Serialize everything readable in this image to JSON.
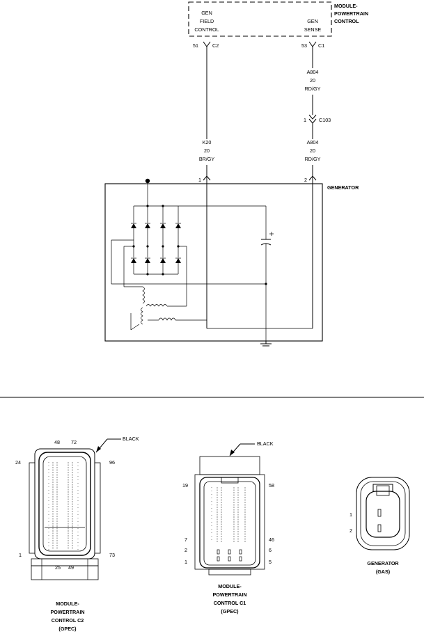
{
  "module_block": {
    "title": [
      "MODULE-",
      "POWERTRAIN",
      "CONTROL"
    ],
    "left_function": [
      "GEN",
      "FIELD",
      "CONTROL"
    ],
    "right_function": [
      "GEN",
      "SENSE"
    ]
  },
  "pins": {
    "left_pin": "51",
    "left_connector": "C2",
    "right_pin": "53",
    "right_connector": "C1"
  },
  "wires": {
    "right_upper": [
      "A804",
      "20",
      "RD/GY"
    ],
    "inline_pin": "1",
    "inline_connector": "C103",
    "right_lower": [
      "A804",
      "20",
      "RD/GY"
    ],
    "left": [
      "K20",
      "20",
      "BR/GY"
    ]
  },
  "generator": {
    "label": "GENERATOR",
    "pin1": "1",
    "pin2": "2"
  },
  "connector_c2": {
    "color_label": "BLACK",
    "pins_top": [
      "48",
      "72"
    ],
    "pin_left_top": "24",
    "pin_right_top": "96",
    "pin_left_bottom": "1",
    "pin_right_bottom": "73",
    "pins_bottom": [
      "25",
      "49"
    ],
    "caption": [
      "MODULE-",
      "POWERTRAIN",
      "CONTROL C2",
      "(GPEC)"
    ]
  },
  "connector_c1": {
    "color_label": "BLACK",
    "pins_left": [
      "19",
      "7",
      "2",
      "1"
    ],
    "pins_right": [
      "58",
      "46",
      "6",
      "5"
    ],
    "caption": [
      "MODULE-",
      "POWERTRAIN",
      "CONTROL C1",
      "(GPEC)"
    ]
  },
  "connector_gen": {
    "pins_left": [
      "1",
      "2"
    ],
    "caption": [
      "GENERATOR",
      "(GAS)"
    ]
  }
}
